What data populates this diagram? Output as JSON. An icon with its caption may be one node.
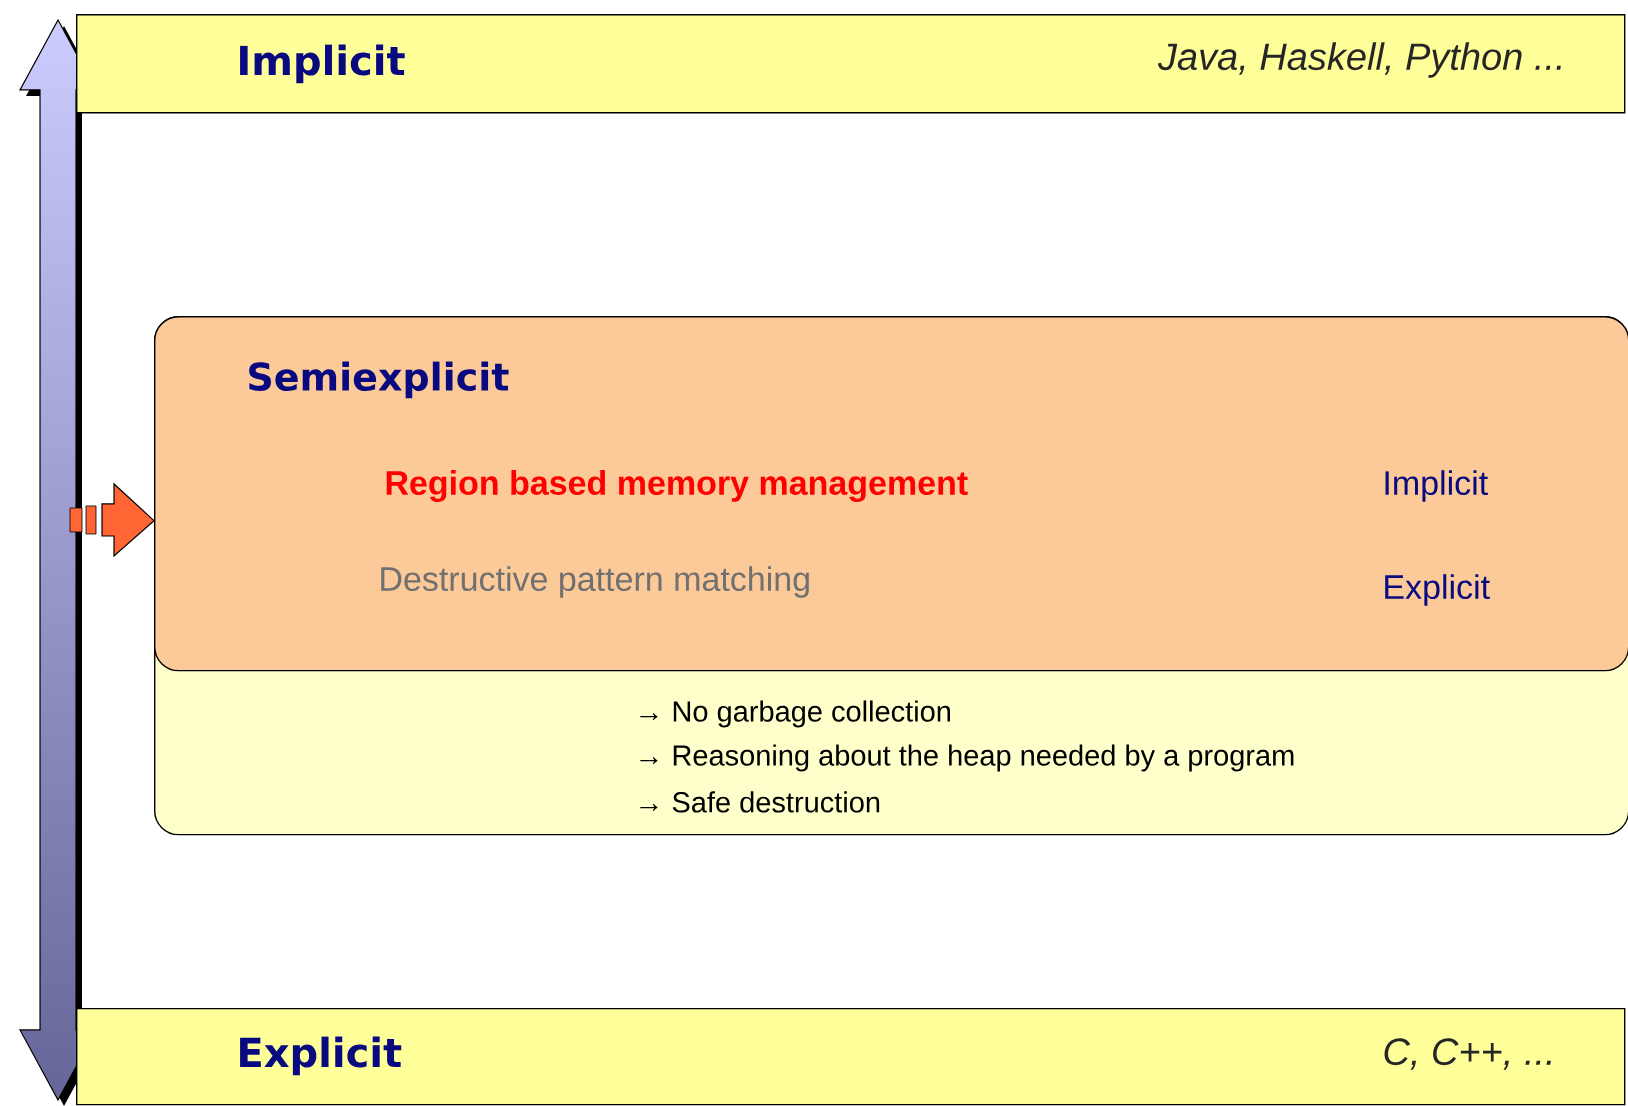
{
  "diagram": {
    "nodes": [
      {
        "text": [
          "Implicit",
          "Java, Haskell, Python ..."
        ]
      },
      {
        "text": [
          "→ No garbage collection",
          "→ Reasoning about the heap needed by a program",
          "→ Safe destruction"
        ]
      },
      {
        "text": [
          "Semiexplicit",
          "Region based memory management",
          "Implicit",
          "Destructive pattern matching",
          "Explicit"
        ],
        "in": 1
      },
      {
        "text": [
          "Explicit",
          "C, C++, ..."
        ]
      }
    ],
    "edges": [
      {
        "from": null,
        "to": 2,
        "arrow": "to"
      }
    ]
  }
}
